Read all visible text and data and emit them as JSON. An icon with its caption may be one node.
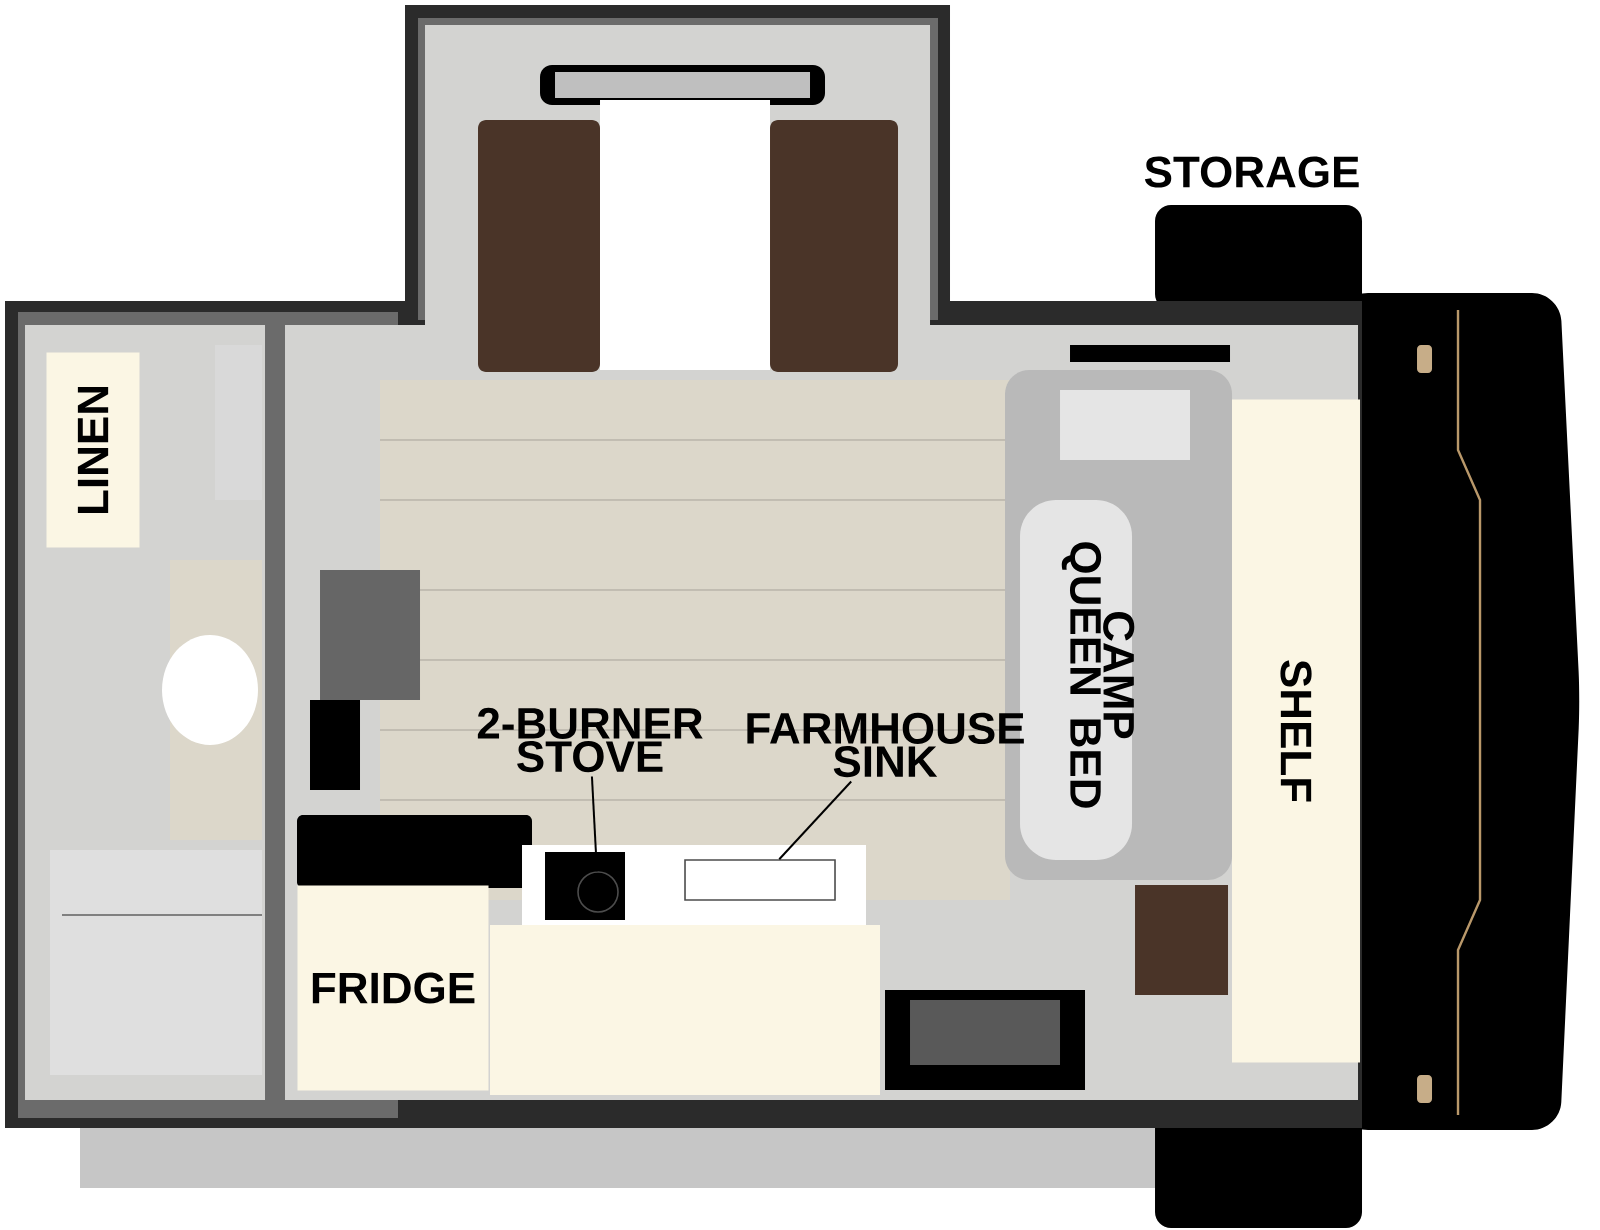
{
  "diagram": {
    "nodes": [
      {
        "text": [
          "LINEN"
        ]
      },
      {
        "text": [
          "2-BURNER STOVE"
        ]
      },
      {
        "text": [],
        "shape": "circle"
      },
      {
        "text": [
          "FARMHOUSE SINK"
        ]
      },
      {
        "text": [],
        "shape": "box"
      },
      {
        "text": [
          "SHELF"
        ]
      },
      {
        "text": [
          "FRIDGE"
        ]
      }
    ],
    "edges": [
      {
        "from": 1,
        "to": 2,
        "arrow": "none"
      },
      {
        "from": 3,
        "to": 4,
        "arrow": "none"
      }
    ],
    "labels": [
      "STORAGE",
      "CAMP QUEEN BED"
    ]
  }
}
